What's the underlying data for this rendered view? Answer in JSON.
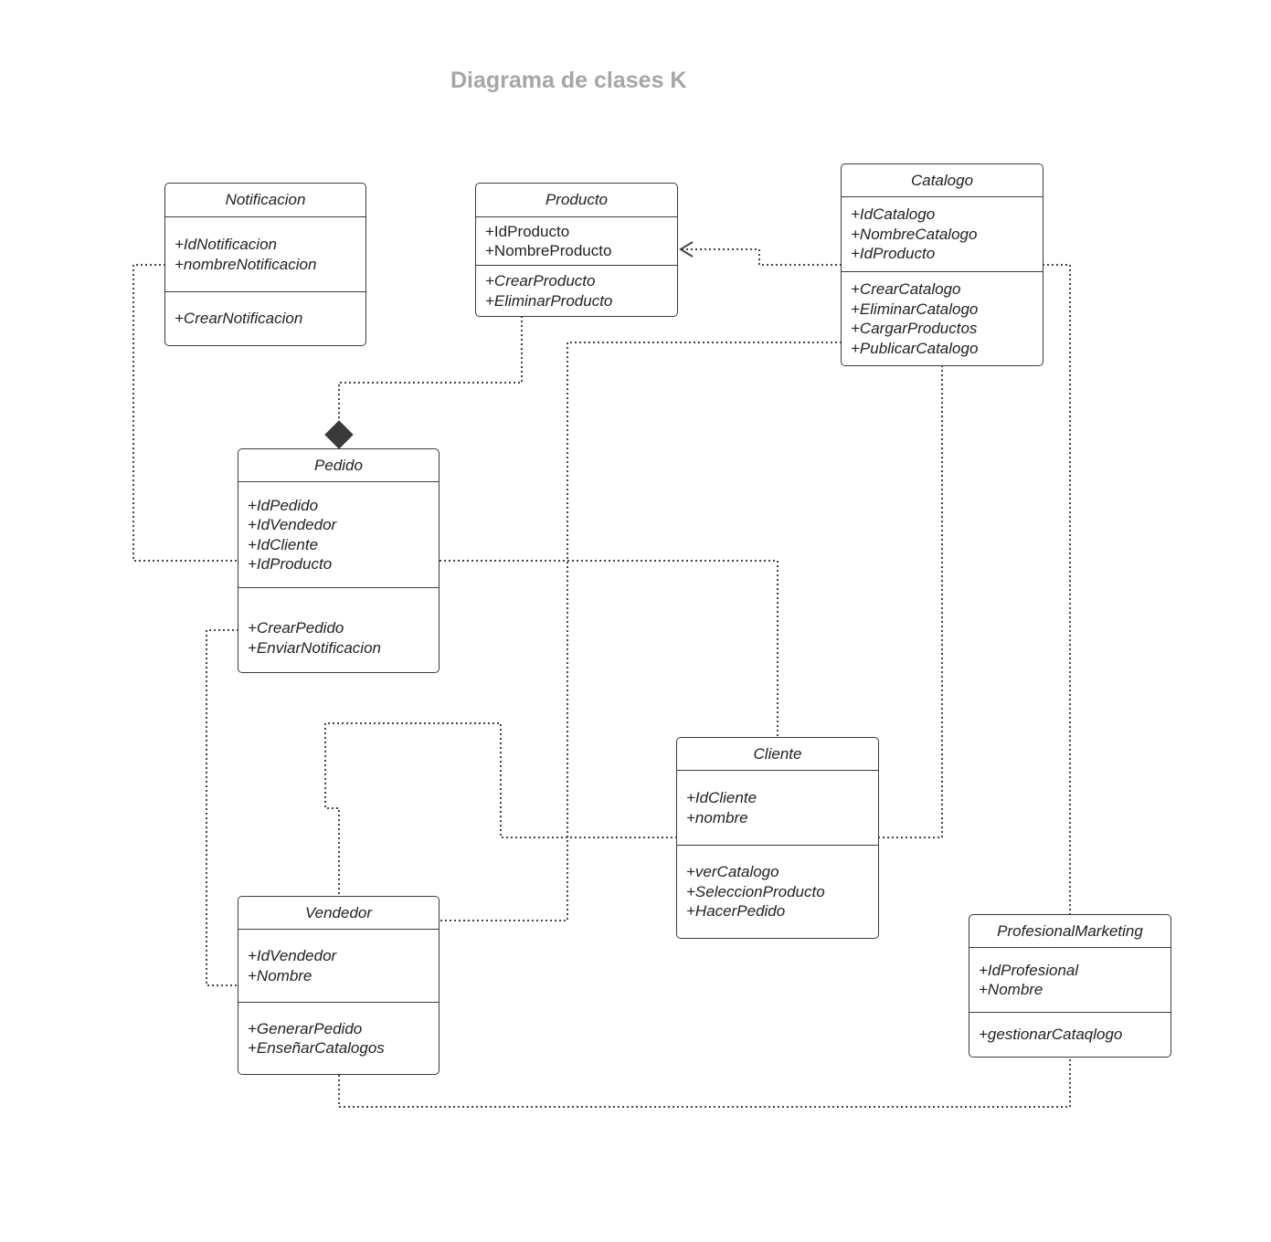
{
  "diagram": {
    "title": "Diagrama de clases K",
    "classes": {
      "notificacion": {
        "name": "Notificacion",
        "attributes": [
          "+IdNotificacion",
          "+nombreNotificacion"
        ],
        "operations": [
          "+CrearNotificacion"
        ]
      },
      "producto": {
        "name": "Producto",
        "attributes": [
          "+IdProducto",
          "+NombreProducto"
        ],
        "operations": [
          "+CrearProducto",
          "+EliminarProducto"
        ]
      },
      "catalogo": {
        "name": "Catalogo",
        "attributes": [
          "+IdCatalogo",
          "+NombreCatalogo",
          "+IdProducto"
        ],
        "operations": [
          "+CrearCatalogo",
          "+EliminarCatalogo",
          "+CargarProductos",
          "+PublicarCatalogo"
        ]
      },
      "pedido": {
        "name": "Pedido",
        "attributes": [
          "+IdPedido",
          "+IdVendedor",
          "+IdCliente",
          "+IdProducto"
        ],
        "operations": [
          "+CrearPedido",
          "+EnviarNotificacion"
        ]
      },
      "cliente": {
        "name": "Cliente",
        "attributes": [
          "+IdCliente",
          "+nombre"
        ],
        "operations": [
          "+verCatalogo",
          "+SeleccionProducto",
          "+HacerPedido"
        ]
      },
      "vendedor": {
        "name": "Vendedor",
        "attributes": [
          "+IdVendedor",
          "+Nombre"
        ],
        "operations": [
          "+GenerarPedido",
          "+EnseñarCatalogos"
        ]
      },
      "profesionalMarketing": {
        "name": "ProfesionalMarketing",
        "attributes": [
          "+IdProfesional",
          "+Nombre"
        ],
        "operations": [
          "+gestionarCataqlogo"
        ]
      }
    }
  }
}
